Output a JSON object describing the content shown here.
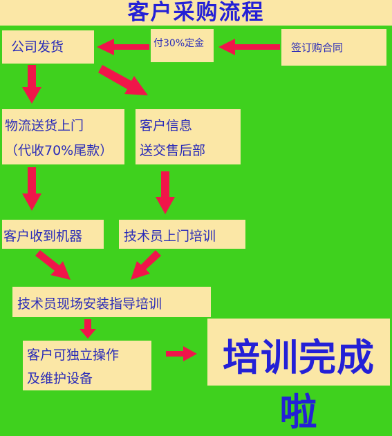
{
  "title": "客户采购流程",
  "nodes": {
    "sign_contract": "签订购合同",
    "deposit": "付30%定金",
    "company_ship": "公司发货",
    "logistics": {
      "line1": "物流送货上门",
      "line2": "（代收70%尾款）"
    },
    "customer_info": {
      "line1": "客户信息",
      "line2": "送交售后部"
    },
    "receive_machine": "客户收到机器",
    "technician_visit": "技术员上门培训",
    "onsite_install": "技术员现场安装指导培训",
    "independent_operation": {
      "line1": "客户可独立操作",
      "line2": "及维护设备"
    },
    "training_complete": "培训完成啦"
  },
  "colors": {
    "background": "#3fd11e",
    "box": "#fbe7a6",
    "text": "#2a2bb8",
    "arrow": "#f0154a"
  }
}
